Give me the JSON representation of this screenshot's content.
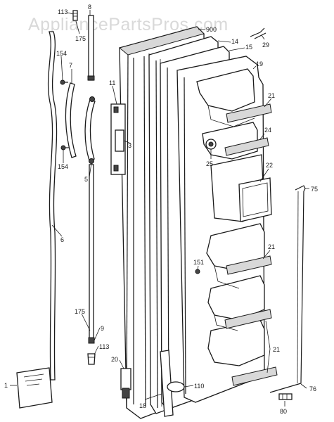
{
  "watermark": "AppliancePartsPros.com",
  "labels": {
    "l113a": "113",
    "l8": "8",
    "l175a": "175",
    "l154a": "154",
    "l7": "7",
    "l11": "11",
    "l3": "3",
    "l5": "5",
    "l154b": "154",
    "l6": "6",
    "l175b": "175",
    "l9": "9",
    "l113b": "113",
    "l1": "1",
    "l20": "20",
    "l18": "18",
    "l110": "110",
    "l900": "900",
    "l14": "14",
    "l15": "15",
    "l29": "29",
    "l19": "19",
    "l21a": "21",
    "l24": "24",
    "l25": "25",
    "l22": "22",
    "l75": "75",
    "l151": "151",
    "l21b": "21",
    "l21c": "21",
    "l76": "76",
    "l80": "80"
  }
}
